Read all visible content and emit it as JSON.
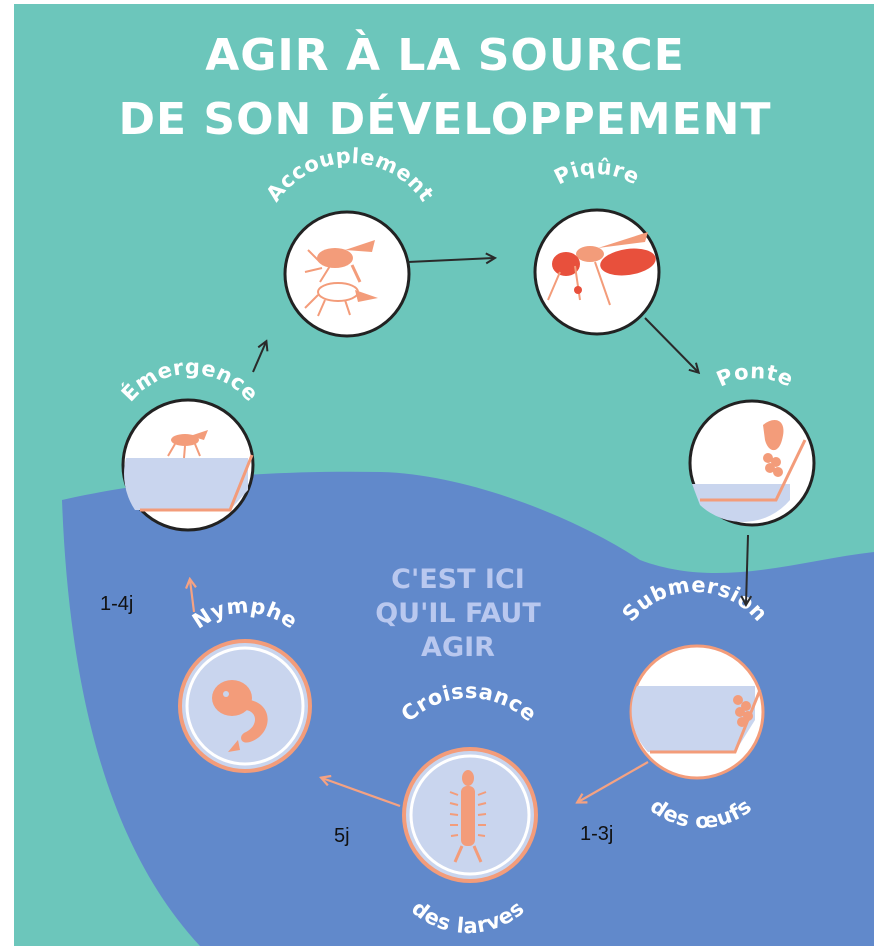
{
  "title": {
    "line1": "AGIR À LA SOURCE",
    "line2": "DE SON DÉVELOPPEMENT"
  },
  "stages": {
    "accouplement": {
      "label": "Accouplement",
      "icon": "mating-mosquitoes-icon"
    },
    "piqure": {
      "label": "Piqûre",
      "icon": "biting-mosquito-icon"
    },
    "ponte": {
      "label": "Ponte",
      "icon": "egg-laying-icon"
    },
    "submersion": {
      "label_top": "Submersion",
      "label_bottom": "des œufs",
      "icon": "submerged-eggs-icon"
    },
    "croissance": {
      "label_top": "Croissance",
      "label_bottom": "des larves",
      "icon": "larva-icon"
    },
    "nymphe": {
      "label": "Nymphe",
      "icon": "pupa-icon"
    },
    "emergence": {
      "label": "Émergence",
      "icon": "emerging-mosquito-icon"
    }
  },
  "center_text": {
    "line1": "C'EST ICI",
    "line2": "QU'IL FAUT",
    "line3": "AGIR"
  },
  "durations": {
    "submersion_to_croissance": "1-3j",
    "croissance_to_nymphe": "5j",
    "nymphe_to_emergence": "1-4j"
  },
  "colors": {
    "background": "#6cc6bb",
    "water": "#6189cb",
    "icon_orange": "#f39c7a",
    "icon_red": "#e8503c",
    "arrow_dark": "#2a2a2a",
    "arrow_light": "#f5a282"
  }
}
